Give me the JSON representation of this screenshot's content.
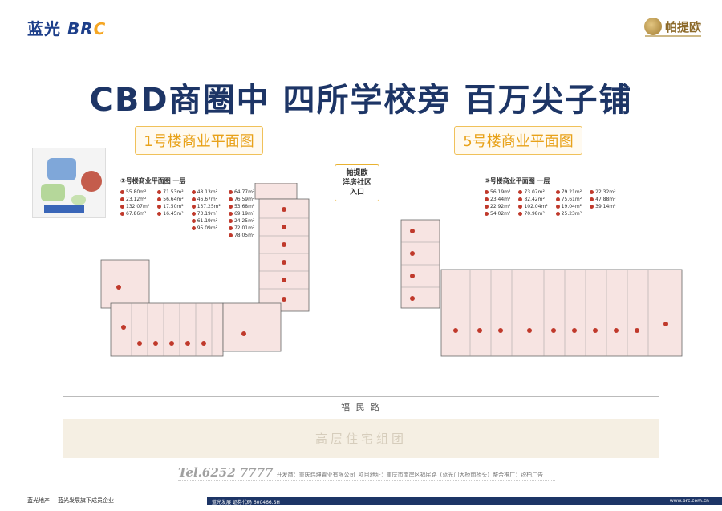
{
  "header": {
    "brand_cn": "蓝光",
    "brand_en_b": "BR",
    "brand_en_c": "C",
    "partner_name": "帕提欧",
    "partner_icon": "crest-icon"
  },
  "headline": "CBD商圈中 四所学校旁 百万尖子铺",
  "building1": {
    "title": "1号楼商业平面图",
    "legend_heading": "①号楼商业平面图 一层",
    "units": [
      [
        "55.80m²",
        "23.12m²",
        "132.07m²",
        "67.86m²"
      ],
      [
        "71.53m²",
        "56.64m²",
        "17.50m²",
        "16.45m²"
      ],
      [
        "48.13m²",
        "46.67m²",
        "137.25m²",
        "73.19m²",
        "61.19m²",
        "95.09m²"
      ],
      [
        "64.77m²",
        "76.59m²",
        "53.68m²",
        "69.19m²",
        "24.25m²",
        "72.01m²",
        "78.05m²"
      ]
    ]
  },
  "building5": {
    "title": "5号楼商业平面图",
    "legend_heading": "⑤号楼商业平面图 一层",
    "units": [
      [
        "56.19m²",
        "23.44m²",
        "22.92m²",
        "54.02m²"
      ],
      [
        "73.07m²",
        "82.42m²",
        "102.04m²",
        "70.98m²"
      ],
      [
        "79.21m²",
        "75.61m²",
        "19.04m²",
        "25.23m²"
      ],
      [
        "22.32m²",
        "47.88m²",
        "39.14m²"
      ]
    ]
  },
  "entry": {
    "line1": "帕提欧",
    "line2": "洋房社区",
    "line3": "入口"
  },
  "road": "福 民 路",
  "residential": "高层住宅组团",
  "contact": {
    "tel": "Tel.6252 7777",
    "developer": "开发商：重庆炜坤置业有限公司",
    "address": "项目地址：重庆市南岸区福民路",
    "address_note": "(蓝光门大桥南桥头)",
    "agency": "整合推广：锐柏广告"
  },
  "footer": {
    "left1": "蓝光地产",
    "left2": "蓝光发展旗下成员企业",
    "stock": "蓝光发展 证券代码 600466.SH",
    "url": "www.brc.com.cn"
  }
}
